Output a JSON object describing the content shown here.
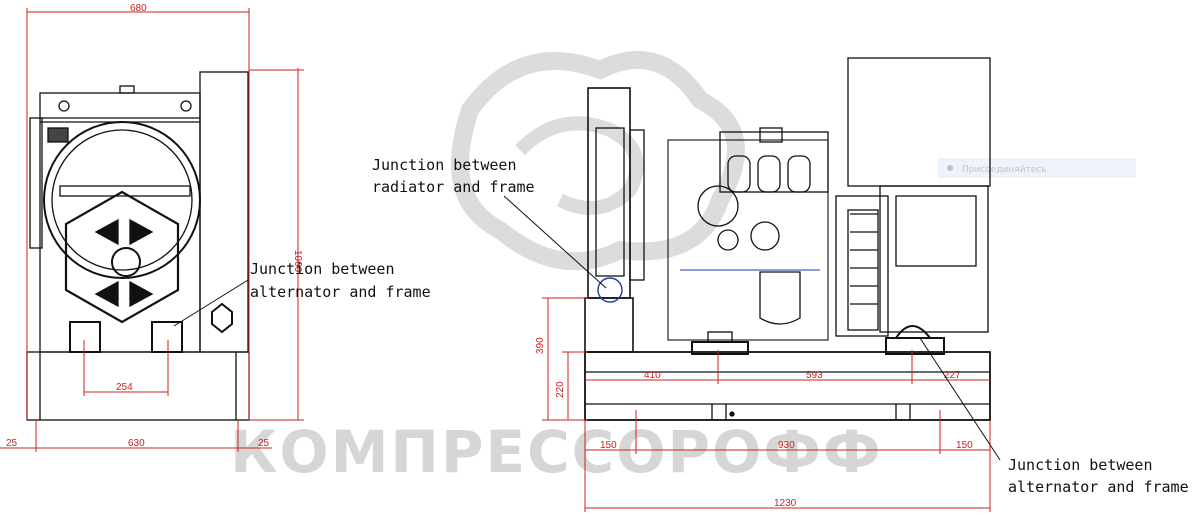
{
  "watermark": {
    "brand_text": "КОМПРЕССОРОФФ",
    "small_text": "Присоединяйтесь",
    "accent_color": "#cc2222"
  },
  "annotations": {
    "radiator_junction_line1": "Junction between",
    "radiator_junction_line2": "radiator and frame",
    "alt_left_line1": "Junction between",
    "alt_left_line2": "alternator and frame",
    "alt_right_line1": "Junction between",
    "alt_right_line2": "alternator and frame"
  },
  "dimensions": {
    "front_width_top": "680",
    "front_height": "1060",
    "front_mount_spacing": "254",
    "front_left_offset": "25",
    "front_base_width": "630",
    "front_right_offset": "25",
    "side_total_height": "390",
    "side_frame_height": "220",
    "side_seg1": "410",
    "side_seg2": "593",
    "side_seg3": "227",
    "side_lower1": "150",
    "side_lower2": "930",
    "side_lower3": "150",
    "side_total_length": "1230"
  }
}
